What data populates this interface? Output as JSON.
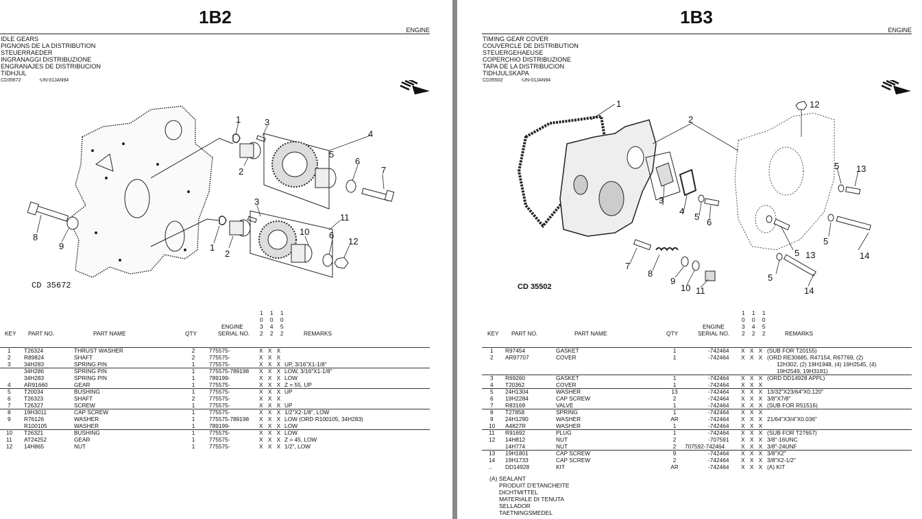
{
  "left": {
    "page_number": "1B2",
    "section": "ENGINE",
    "titles": [
      "IDLE GEARS",
      "PIGNONS DE LA DISTRIBUTION",
      "STEUERRAEDER",
      "INGRANAGGI DISTRIBUZIONE",
      "ENGRANAJES DE DISTRIBUCION",
      "TIDHJUL"
    ],
    "ref_code": "CD35672",
    "ref_date": "-UN-01JAN94",
    "drawing_label": "CD 35672",
    "callouts": [
      "1",
      "2",
      "3",
      "4",
      "5",
      "6",
      "7",
      "8",
      "9",
      "3",
      "1",
      "2",
      "10",
      "6",
      "11",
      "12"
    ],
    "headers": {
      "key": "KEY",
      "part": "PART NO.",
      "name": "PART NAME",
      "qty": "QTY",
      "serial1": "ENGINE",
      "serial2": "SERIAL NO.",
      "remarks": "REMARKS",
      "sn_row1": "1 1 1",
      "sn_row2": "0 0 0",
      "sn_row3": "3 4 5",
      "sn_row4": "2 2 2"
    },
    "rows": [
      {
        "key": "1",
        "part": "T26324",
        "name": "THRUST WASHER",
        "qty": "2",
        "serial": "775575-",
        "x": "X X X",
        "remarks": ""
      },
      {
        "key": "2",
        "part": "R89824",
        "name": "SHAFT",
        "qty": "2",
        "serial": "775575-",
        "x": "X X X",
        "remarks": ""
      },
      {
        "key": "3",
        "part": "34H283",
        "name": "SPRING PIN",
        "qty": "1",
        "serial": "775575-",
        "x": "X X X",
        "remarks": "UP, 3/16\"X1-1/8\""
      },
      {
        "key": "",
        "part": "34H286",
        "name": "SPRING PIN",
        "qty": "1",
        "serial": "775575-789198",
        "x": "X X X",
        "remarks": "LOW, 3/16\"X1-1/8\""
      },
      {
        "key": "",
        "part": "34H283",
        "name": "SPRING PIN",
        "qty": "1",
        "serial": "789199-",
        "x": "X X X",
        "remarks": "LOW"
      },
      {
        "key": "4",
        "part": "AR91660",
        "name": "GEAR",
        "qty": "1",
        "serial": "775575-",
        "x": "X X X",
        "remarks": "Z = 55, UP"
      },
      {
        "key": "5",
        "part": "T20034",
        "name": "BUSHING",
        "qty": "1",
        "serial": "775575-",
        "x": "X X X",
        "remarks": "UP"
      },
      {
        "key": "6",
        "part": "T26323",
        "name": "SHAFT",
        "qty": "2",
        "serial": "775575-",
        "x": "X X X",
        "remarks": ""
      },
      {
        "key": "7",
        "part": "T26327",
        "name": "SCREW",
        "qty": "1",
        "serial": "775575-",
        "x": "X X X",
        "remarks": "UP"
      },
      {
        "key": "8",
        "part": "19H3011",
        "name": "CAP SCREW",
        "qty": "1",
        "serial": "775575-",
        "x": "X X X",
        "remarks": "1/2\"X2-1/8\", LOW"
      },
      {
        "key": "9",
        "part": "R76126",
        "name": "WASHER",
        "qty": "1",
        "serial": "775575-789198",
        "x": "X X X",
        "remarks": "LOW (ORD R100105, 34H283)"
      },
      {
        "key": "",
        "part": "R100105",
        "name": "WASHER",
        "qty": "1",
        "serial": "789199-",
        "x": "X X X",
        "remarks": "LOW"
      },
      {
        "key": "10",
        "part": "T26321",
        "name": "BUSHING",
        "qty": "1",
        "serial": "775575-",
        "x": "X X X",
        "remarks": "LOW"
      },
      {
        "key": "11",
        "part": "AT24252",
        "name": "GEAR",
        "qty": "1",
        "serial": "775575-",
        "x": "X X X",
        "remarks": "Z = 45, LOW"
      },
      {
        "key": "12",
        "part": "14H865",
        "name": "NUT",
        "qty": "1",
        "serial": "775575-",
        "x": "X X X",
        "remarks": "1/2\", LOW"
      }
    ]
  },
  "right": {
    "page_number": "1B3",
    "section": "ENGINE",
    "titles": [
      "TIMING GEAR COVER",
      "COUVERCLE DE DISTRIBUTION",
      "STEUERGEHAEUSE",
      "COPERCHIO DISTRIBUZIONE",
      "TAPA DE LA DISTRIBUCION",
      "TIDHJULSKAPA"
    ],
    "ref_code": "CD35502",
    "ref_date": "-UN-01JAN94",
    "drawing_label": "CD 35502",
    "callouts": [
      "1",
      "2",
      "12",
      "3",
      "4",
      "5",
      "6",
      "5",
      "13",
      "5",
      "7",
      "8",
      "9",
      "10",
      "11",
      "5",
      "13",
      "5",
      "14",
      "14"
    ],
    "headers": {
      "key": "KEY",
      "part": "PART NO.",
      "name": "PART NAME",
      "qty": "QTY",
      "serial1": "ENGINE",
      "serial2": "SERIAL NO.",
      "remarks": "REMARKS",
      "sn_row1": "1 1 1",
      "sn_row2": "0 0 0",
      "sn_row3": "3 4 5",
      "sn_row4": "2 2 2"
    },
    "rows": [
      {
        "key": "1",
        "part": "R97454",
        "name": "GASKET",
        "qty": "1",
        "serial": "-742464",
        "x": "X X X",
        "remarks": "(SUB FOR T20155)"
      },
      {
        "key": "2",
        "part": "AR97707",
        "name": "COVER",
        "qty": "1",
        "serial": "-742464",
        "x": "X X X",
        "remarks": "(ORD RE30685, R47154, R67769, (2)"
      },
      {
        "key": "",
        "part": "",
        "name": "",
        "qty": "",
        "serial": "",
        "x": "",
        "remarks": "12H302, (2) 19H1948, (4) 19H2545, (4)"
      },
      {
        "key": "",
        "part": "",
        "name": "",
        "qty": "",
        "serial": "",
        "x": "",
        "remarks": "19H2549, 19H3181)"
      },
      {
        "key": "3",
        "part": "R69260",
        "name": "GASKET",
        "qty": "1",
        "serial": "-742464",
        "x": "X X X",
        "remarks": "(ORD DD14928 APPL)"
      },
      {
        "key": "4",
        "part": "T20362",
        "name": "COVER",
        "qty": "1",
        "serial": "-742464",
        "x": "X X X",
        "remarks": ""
      },
      {
        "key": "5",
        "part": "24H1304",
        "name": "WASHER",
        "qty": "13",
        "serial": "-742464",
        "x": "X X X",
        "remarks": "13/32\"X23/64\"X0.120\""
      },
      {
        "key": "6",
        "part": "19H2284",
        "name": "CAP SCREW",
        "qty": "2",
        "serial": "-742464",
        "x": "X X X",
        "remarks": "3/8\"X7/8\""
      },
      {
        "key": "7",
        "part": "R83169",
        "name": "VALVE",
        "qty": "1",
        "serial": "-742464",
        "x": "X X X",
        "remarks": "(SUB FOR R51516)"
      },
      {
        "key": "8",
        "part": "T27858",
        "name": "SPRING",
        "qty": "1",
        "serial": "-742464",
        "x": "X X X",
        "remarks": ""
      },
      {
        "key": "9",
        "part": "24H1290",
        "name": "WASHER",
        "qty": "AR",
        "serial": "-742464",
        "x": "X X X",
        "remarks": "21/64\"X3/4\"X0.036\""
      },
      {
        "key": "10",
        "part": "A4827R",
        "name": "WASHER",
        "qty": "1",
        "serial": "-742464",
        "x": "X X X",
        "remarks": ""
      },
      {
        "key": "11",
        "part": "R91692",
        "name": "PLUG",
        "qty": "1",
        "serial": "-742464",
        "x": "X X X",
        "remarks": "(SUB FOR T27657)"
      },
      {
        "key": "12",
        "part": "14H812",
        "name": "NUT",
        "qty": "2",
        "serial": "-707591",
        "x": "X X X",
        "remarks": "3/8\"-16UNC"
      },
      {
        "key": "",
        "part": "14H774",
        "name": "NUT",
        "qty": "2",
        "serial": "707592-742464",
        "x": "X X X",
        "remarks": "3/8\"-24UNF"
      },
      {
        "key": "13",
        "part": "19H1801",
        "name": "CAP SCREW",
        "qty": "9",
        "serial": "-742464",
        "x": "X X X",
        "remarks": "3/8\"X2\""
      },
      {
        "key": "14",
        "part": "19H1733",
        "name": "CAP SCREW",
        "qty": "2",
        "serial": "-742464",
        "x": "X X X",
        "remarks": "3/8\"X2-1/2\""
      },
      {
        "key": "..",
        "part": "DD14928",
        "name": "KIT",
        "qty": "AR",
        "serial": "-742464",
        "x": "X X X",
        "remarks": "(A) KIT"
      }
    ],
    "note": {
      "label": "(A) SEALANT",
      "lines": [
        "PRODUIT D'ETANCHEITE",
        "DICHTMITTEL",
        "MATERIALE DI TENUTA",
        "SELLADOR",
        "TAETNINGSMEDEL"
      ]
    }
  }
}
